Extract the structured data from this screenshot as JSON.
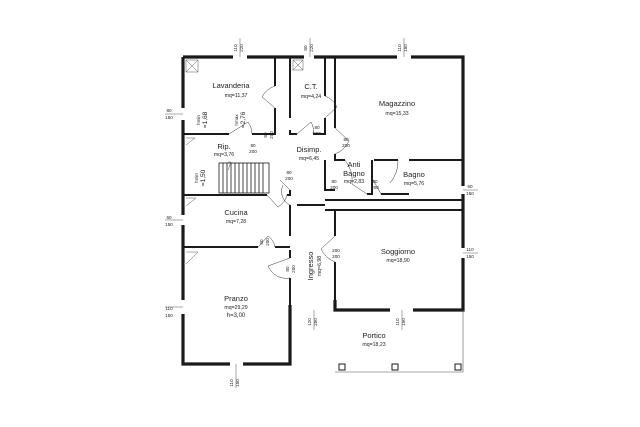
{
  "rooms": {
    "lavanderia": {
      "name": "Lavanderia",
      "area": "mq=11,37"
    },
    "ct": {
      "name": "C.T.",
      "area": "mq=4,24"
    },
    "magazzino": {
      "name": "Magazzino",
      "area": "mq=15,33"
    },
    "rip": {
      "name": "Rip.",
      "area": "mq=3,76"
    },
    "disimp": {
      "name": "Disimp.",
      "area": "mq=6,45"
    },
    "antibagno": {
      "name1": "Anti",
      "name2": "Bagno",
      "area": "mq=2,83"
    },
    "bagno": {
      "name": "Bagno",
      "area": "mq=5,76"
    },
    "cucina": {
      "name": "Cucina",
      "area": "mq=7,28"
    },
    "ingresso": {
      "name": "Ingresso",
      "area": "mq=6,98"
    },
    "soggiorno": {
      "name": "Soggiorno",
      "area": "mq=18,90"
    },
    "pranzo": {
      "name": "Pranzo",
      "area": "mq=29,29",
      "height": "h=3,00"
    },
    "portico": {
      "name": "Portico",
      "area": "mq=18,23"
    }
  },
  "heights": {
    "lav_left": {
      "a": "hmin",
      "b": "=1,68"
    },
    "lav_right": {
      "a": "hmax",
      "b": "=2,76"
    },
    "stair": {
      "a": "hmin",
      "b": "=1,50"
    }
  },
  "openings": {
    "w_top_lav": {
      "a": "110",
      "b": "220"
    },
    "w_top_ct": {
      "a": "80",
      "b": "220"
    },
    "w_top_mag": {
      "a": "110",
      "b": "150"
    },
    "w_left_lav": {
      "a": "80",
      "b": "150"
    },
    "d_lav": {
      "a": "80",
      "b": "200"
    },
    "d_ct": {
      "a": "80",
      "b": "200"
    },
    "d_mag": {
      "a": "80",
      "b": "200"
    },
    "d_rip": {
      "a": "80",
      "b": "200"
    },
    "d_disimp": {
      "a": "80",
      "b": "200"
    },
    "d_antibagno": {
      "a": "80",
      "b": "200"
    },
    "d_bagno": {
      "a": "80",
      "b": "200"
    },
    "w_right_bagno": {
      "a": "60",
      "b": "150"
    },
    "w_left_cucina": {
      "a": "60",
      "b": "150"
    },
    "d_cucina": {
      "a": "80",
      "b": "200"
    },
    "d_ingresso": {
      "a": "80",
      "b": "200"
    },
    "d_soggiorno": {
      "a": "200",
      "b": "200"
    },
    "w_right_sogg": {
      "a": "110",
      "b": "150"
    },
    "w_left_pranzo": {
      "a": "110",
      "b": "150"
    },
    "d_entrance": {
      "a": "120",
      "b": "250"
    },
    "w_bottom_sogg": {
      "a": "110",
      "b": "150"
    },
    "w_bottom_pranzo": {
      "a": "110",
      "b": "150"
    }
  }
}
